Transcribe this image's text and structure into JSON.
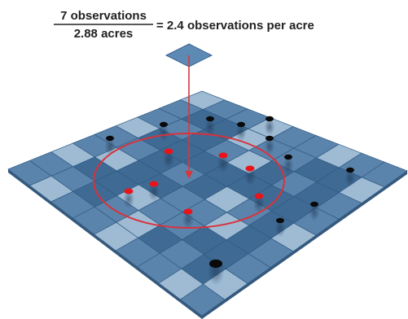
{
  "equation": {
    "numerator": "7 observations",
    "denominator": "2.88 acres",
    "result": "= 2.4 observations per acre"
  },
  "colors": {
    "grid_base": "#5b84ac",
    "grid_dark": "#3f6a94",
    "grid_light": "#9fbbd4",
    "grid_line": "#2f5a82",
    "circle": "#d9323a",
    "inside_point": "#e8141a",
    "outside_point": "#0a0a0a",
    "arrow": "#d23a40",
    "marker": "#5d89b5"
  },
  "grid_size": 9,
  "inside_points_count": 7
}
